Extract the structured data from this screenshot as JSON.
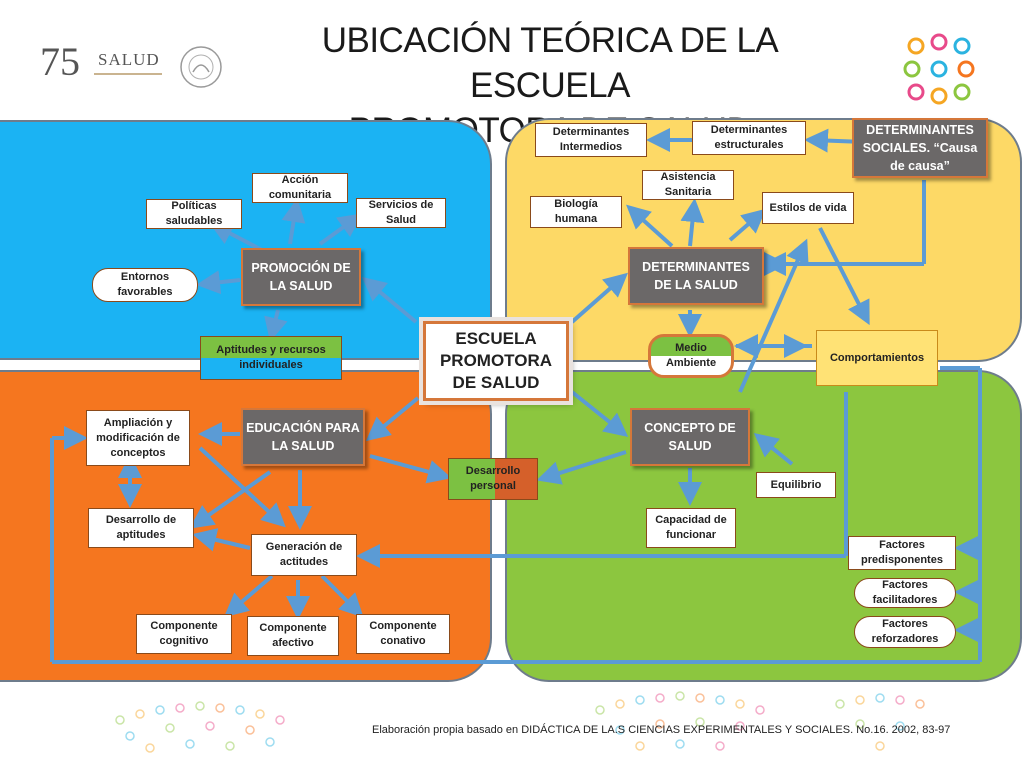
{
  "title_line1": "UBICACIÓN TEÓRICA DE LA ESCUELA",
  "title_line2": "PROMOTORA DE SALUD",
  "logo": {
    "number": "75",
    "brand": "SALUD"
  },
  "colors": {
    "blue": "#1bb3f3",
    "yellow": "#fdd966",
    "orange": "#f5761f",
    "green": "#8cc63f",
    "dark_box": "#6b6868",
    "box_border": "#d5773a",
    "arrow": "#5b9bd5"
  },
  "center": "ESCUELA PROMOTORA DE SALUD",
  "blue": {
    "main": "PROMOCIÓN DE LA SALUD",
    "accion": "Acción comunitaria",
    "politicas": "Políticas saludables",
    "servicios": "Servicios de Salud",
    "entornos": "Entornos favorables"
  },
  "shared_blue_orange": "Aptitudes y recursos individuales",
  "yellow": {
    "main": "DETERMINANTES DE LA SALUD",
    "intermedios": "Determinantes Intermedios",
    "estructurales": "Determinantes estructurales",
    "sociales": "DETERMINANTES SOCIALES. “Causa de causa”",
    "asistencia": "Asistencia Sanitaria",
    "biologia": "Biología humana",
    "estilos": "Estilos de vida",
    "medio": "Medio Ambiente",
    "comportamientos": "Comportamientos"
  },
  "orange": {
    "main": "EDUCACIÓN PARA LA SALUD",
    "ampliacion": "Ampliación y modificación de conceptos",
    "aptitudes": "Desarrollo de aptitudes",
    "generacion": "Generación de actitudes",
    "cognitivo": "Componente cognitivo",
    "afectivo": "Componente afectivo",
    "conativo": "Componente conativo",
    "desarrollo_personal": "Desarrollo personal"
  },
  "green": {
    "main": "CONCEPTO DE SALUD",
    "equilibrio": "Equilibrio",
    "capacidad": "Capacidad de funcionar",
    "predisponentes": "Factores predisponentes",
    "facilitadores": "Factores facilitadores",
    "reforzadores": "Factores reforzadores"
  },
  "footnote": "Elaboración propia basado en DIDÁCTICA DE LA.S CIENCIAS EXPERIMENTALES Y SOCIALES. No.16. 2002, 83-97"
}
